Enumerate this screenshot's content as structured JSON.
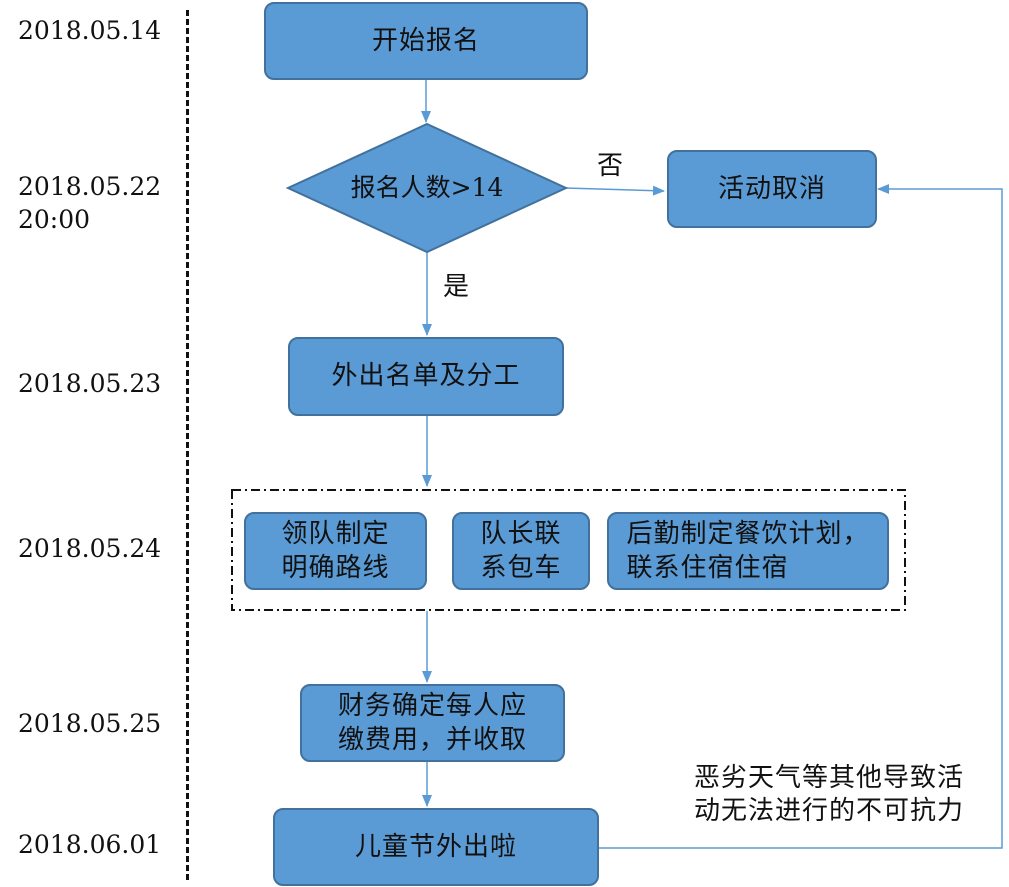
{
  "dates": {
    "d1": "2018.05.14",
    "d2": "2018.05.22\n20:00",
    "d3": "2018.05.23",
    "d4": "2018.05.24",
    "d5": "2018.05.25",
    "d6": "2018.06.01"
  },
  "nodes": {
    "start": "开始报名",
    "decision": "报名人数>14",
    "cancel": "活动取消",
    "list": "外出名单及分工",
    "leader_route": "领队制定\n明确路线",
    "captain_bus": "队长联\n系包车",
    "logistics": "后勤制定餐饮计划，\n联系住宿住宿",
    "finance": "财务确定每人应\n缴费用，并收取",
    "event": "儿童节外出啦"
  },
  "labels": {
    "no": "否",
    "yes": "是",
    "force_majeure": "恶劣天气等其他导致活\n动无法进行的不可抗力"
  },
  "colors": {
    "box_fill": "#5b9bd5",
    "box_border": "#41719c",
    "arrow": "#5b9bd5"
  }
}
